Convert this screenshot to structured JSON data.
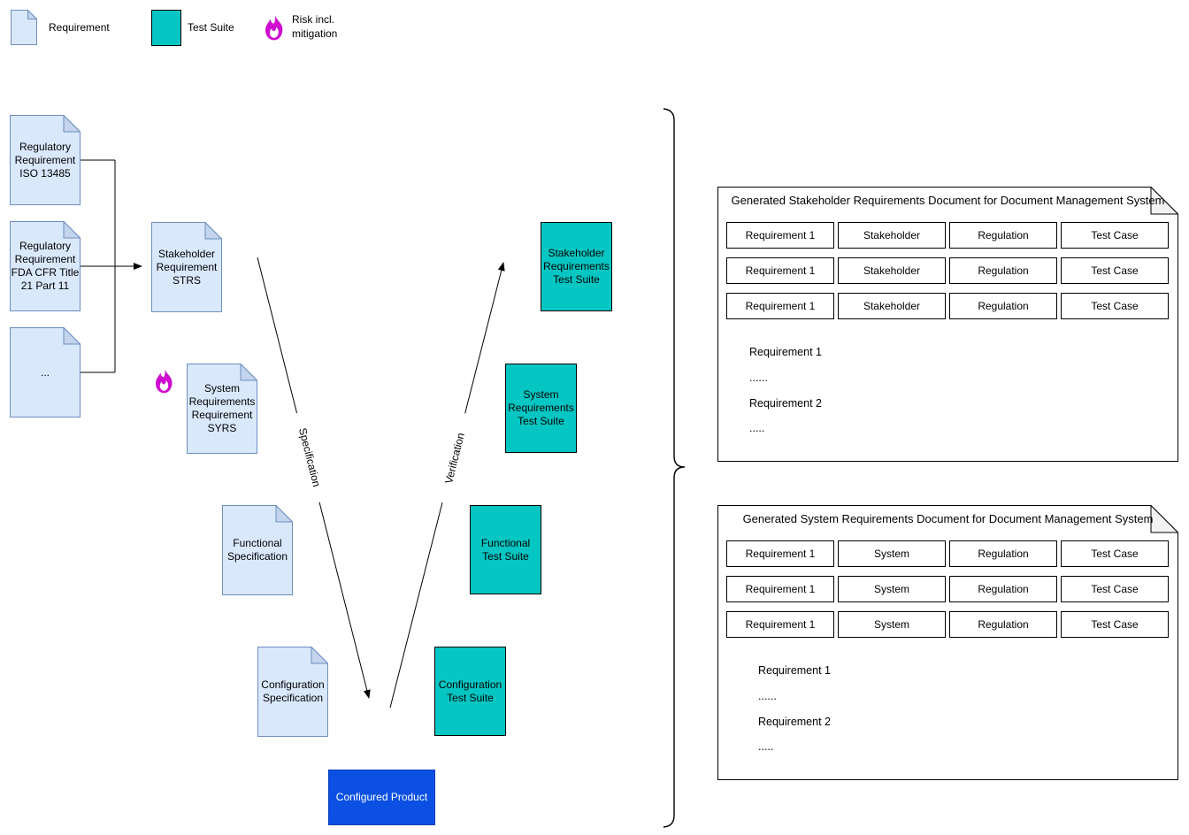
{
  "legend": {
    "requirement_label": "Requirement",
    "test_suite_label": "Test Suite",
    "risk_label": "Risk incl.\nmitigation"
  },
  "colors": {
    "requirement_fill": "#dae8fc",
    "requirement_stroke": "#6c8ebf",
    "test_suite_fill": "#05c6c2",
    "risk_flame": "#cf0ccf",
    "product_fill": "#0b50e2",
    "line": "#000000"
  },
  "diagram": {
    "regulatory_iso": "Regulatory\nRequirement\nISO 13485",
    "regulatory_fda": "Regulatory\nRequirement\nFDA CFR Title\n21 Part 11",
    "regulatory_more": "...",
    "stakeholder_req": "Stakeholder\nRequirement\nSTRS",
    "system_req": "System\nRequirements\nRequirement\nSYRS",
    "functional_spec": "Functional\nSpecification",
    "configuration_spec": "Configuration\nSpecification",
    "configured_product": "Configured Product",
    "stakeholder_ts": "Stakeholder\nRequirements\nTest Suite",
    "system_ts": "System\nRequirements\nTest Suite",
    "functional_ts": "Functional\nTest Suite",
    "configuration_ts": "Configuration\nTest Suite",
    "edge_specification": "Specification",
    "edge_verification": "Verification"
  },
  "panels": [
    {
      "title": "Generated Stakeholder Requirements Document for Document Management System",
      "rows": [
        {
          "cells": [
            "Requirement 1",
            "Stakeholder",
            "Regulation",
            "Test Case"
          ]
        },
        {
          "cells": [
            "Requirement 1",
            "Stakeholder",
            "Regulation",
            "Test Case"
          ]
        },
        {
          "cells": [
            "Requirement 1",
            "Stakeholder",
            "Regulation",
            "Test Case"
          ]
        }
      ],
      "body_lines": [
        "Requirement 1",
        "......",
        "Requirement 2",
        "....."
      ]
    },
    {
      "title": "Generated System Requirements Document for Document Management System",
      "rows": [
        {
          "cells": [
            "Requirement 1",
            "System",
            "Regulation",
            "Test Case"
          ]
        },
        {
          "cells": [
            "Requirement 1",
            "System",
            "Regulation",
            "Test Case"
          ]
        },
        {
          "cells": [
            "Requirement 1",
            "System",
            "Regulation",
            "Test Case"
          ]
        }
      ],
      "body_lines": [
        "Requirement 1",
        "......",
        "Requirement 2",
        "....."
      ]
    }
  ]
}
